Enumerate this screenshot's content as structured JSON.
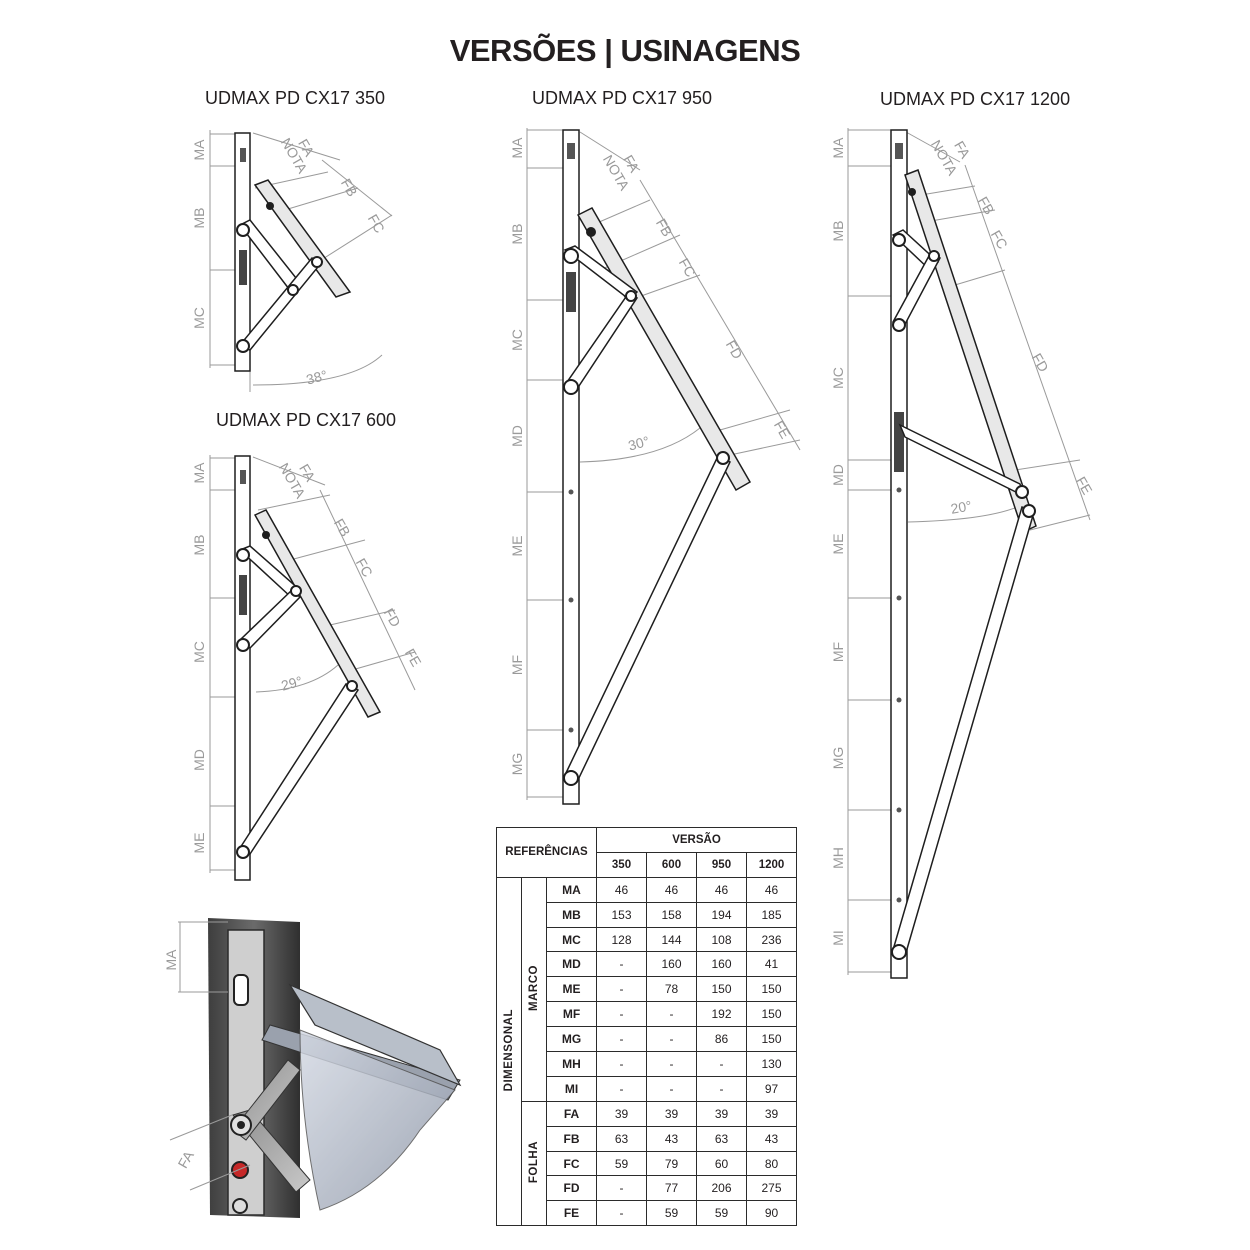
{
  "title": "VERSÕES | USINAGENS",
  "diagrams": [
    {
      "id": "350",
      "label": "UDMAX PD CX17 350",
      "frame_dims": [
        "MA",
        "MB",
        "MC"
      ],
      "sash_dims": [
        "FA",
        "NOTA",
        "FB",
        "FC"
      ],
      "angle": "38°"
    },
    {
      "id": "600",
      "label": "UDMAX PD CX17 600",
      "frame_dims": [
        "MA",
        "MB",
        "MC",
        "MD",
        "ME"
      ],
      "sash_dims": [
        "FA",
        "NOTA",
        "FB",
        "FC",
        "FD",
        "FE"
      ],
      "angle": "29°"
    },
    {
      "id": "950",
      "label": "UDMAX PD CX17 950",
      "frame_dims": [
        "MA",
        "MB",
        "MC",
        "MD",
        "ME",
        "MF",
        "MG"
      ],
      "sash_dims": [
        "FA",
        "NOTA",
        "FB",
        "FC",
        "FD",
        "FE"
      ],
      "angle": "30°"
    },
    {
      "id": "1200",
      "label": "UDMAX PD CX17 1200",
      "frame_dims": [
        "MA",
        "MB",
        "MC",
        "MD",
        "ME",
        "MF",
        "MG",
        "MH",
        "MI"
      ],
      "sash_dims": [
        "FA",
        "NOTA",
        "FB",
        "FC",
        "FD",
        "FE"
      ],
      "angle": "20°"
    }
  ],
  "photo": {
    "dims": [
      "MA",
      "FA"
    ]
  },
  "table": {
    "ref_header": "REFERÊNCIAS",
    "version_header": "VERSÃO",
    "versions": [
      "350",
      "600",
      "950",
      "1200"
    ],
    "group_label": "DIMENSONAL",
    "sections": [
      {
        "label": "MARCO",
        "rows": [
          {
            "code": "MA",
            "values": [
              "46",
              "46",
              "46",
              "46"
            ]
          },
          {
            "code": "MB",
            "values": [
              "153",
              "158",
              "194",
              "185"
            ]
          },
          {
            "code": "MC",
            "values": [
              "128",
              "144",
              "108",
              "236"
            ]
          },
          {
            "code": "MD",
            "values": [
              "-",
              "160",
              "160",
              "41"
            ]
          },
          {
            "code": "ME",
            "values": [
              "-",
              "78",
              "150",
              "150"
            ]
          },
          {
            "code": "MF",
            "values": [
              "-",
              "-",
              "192",
              "150"
            ]
          },
          {
            "code": "MG",
            "values": [
              "-",
              "-",
              "86",
              "150"
            ]
          },
          {
            "code": "MH",
            "values": [
              "-",
              "-",
              "-",
              "130"
            ]
          },
          {
            "code": "MI",
            "values": [
              "-",
              "-",
              "-",
              "97"
            ]
          }
        ]
      },
      {
        "label": "FOLHA",
        "rows": [
          {
            "code": "FA",
            "values": [
              "39",
              "39",
              "39",
              "39"
            ]
          },
          {
            "code": "FB",
            "values": [
              "63",
              "43",
              "63",
              "43"
            ]
          },
          {
            "code": "FC",
            "values": [
              "59",
              "79",
              "60",
              "80"
            ]
          },
          {
            "code": "FD",
            "values": [
              "-",
              "77",
              "206",
              "275"
            ]
          },
          {
            "code": "FE",
            "values": [
              "-",
              "59",
              "59",
              "90"
            ]
          }
        ]
      }
    ]
  }
}
